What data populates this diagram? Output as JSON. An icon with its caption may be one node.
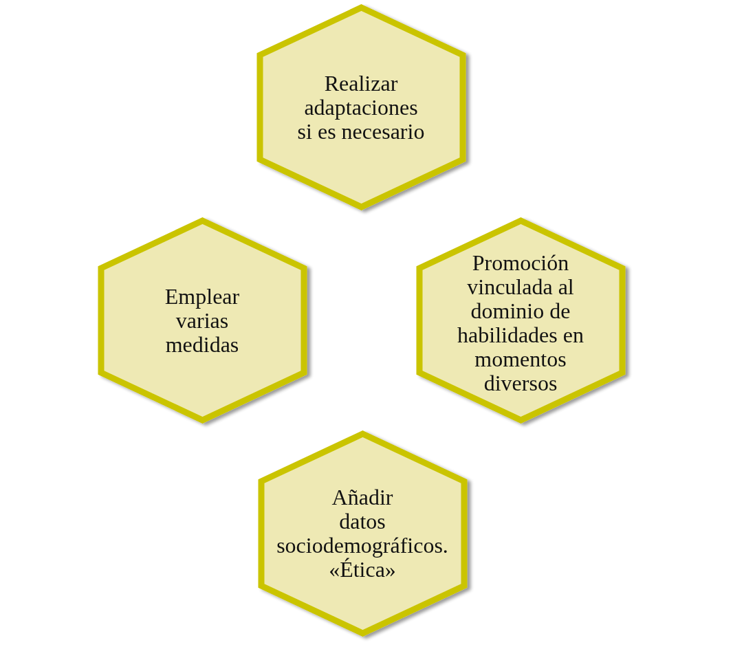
{
  "diagram": {
    "nodes": [
      {
        "text": [
          "Realizar adaptaciones si es necesario"
        ]
      },
      {
        "text": [
          "Emplear varias medidas"
        ]
      },
      {
        "text": [
          "Promoción vinculada al dominio de habilidades en momentos diversos"
        ]
      },
      {
        "text": [
          "Añadir datos sociodemográficos. «Ética»"
        ]
      }
    ]
  }
}
